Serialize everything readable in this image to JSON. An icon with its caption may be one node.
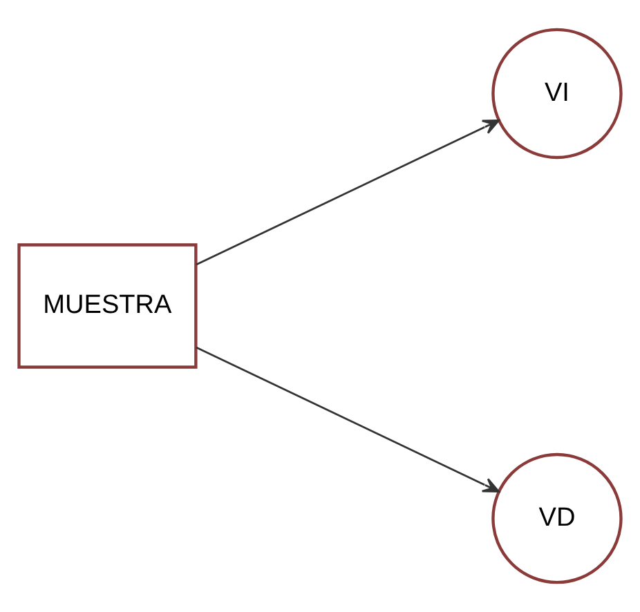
{
  "diagram": {
    "nodes": [
      {
        "text": [
          "MUESTRA"
        ]
      },
      {
        "text": [
          "VI"
        ]
      },
      {
        "text": [
          "VD"
        ]
      }
    ],
    "edges": [
      {
        "from": 0,
        "to": 1,
        "arrow": "to"
      },
      {
        "from": 0,
        "to": 2,
        "arrow": "to"
      }
    ]
  }
}
